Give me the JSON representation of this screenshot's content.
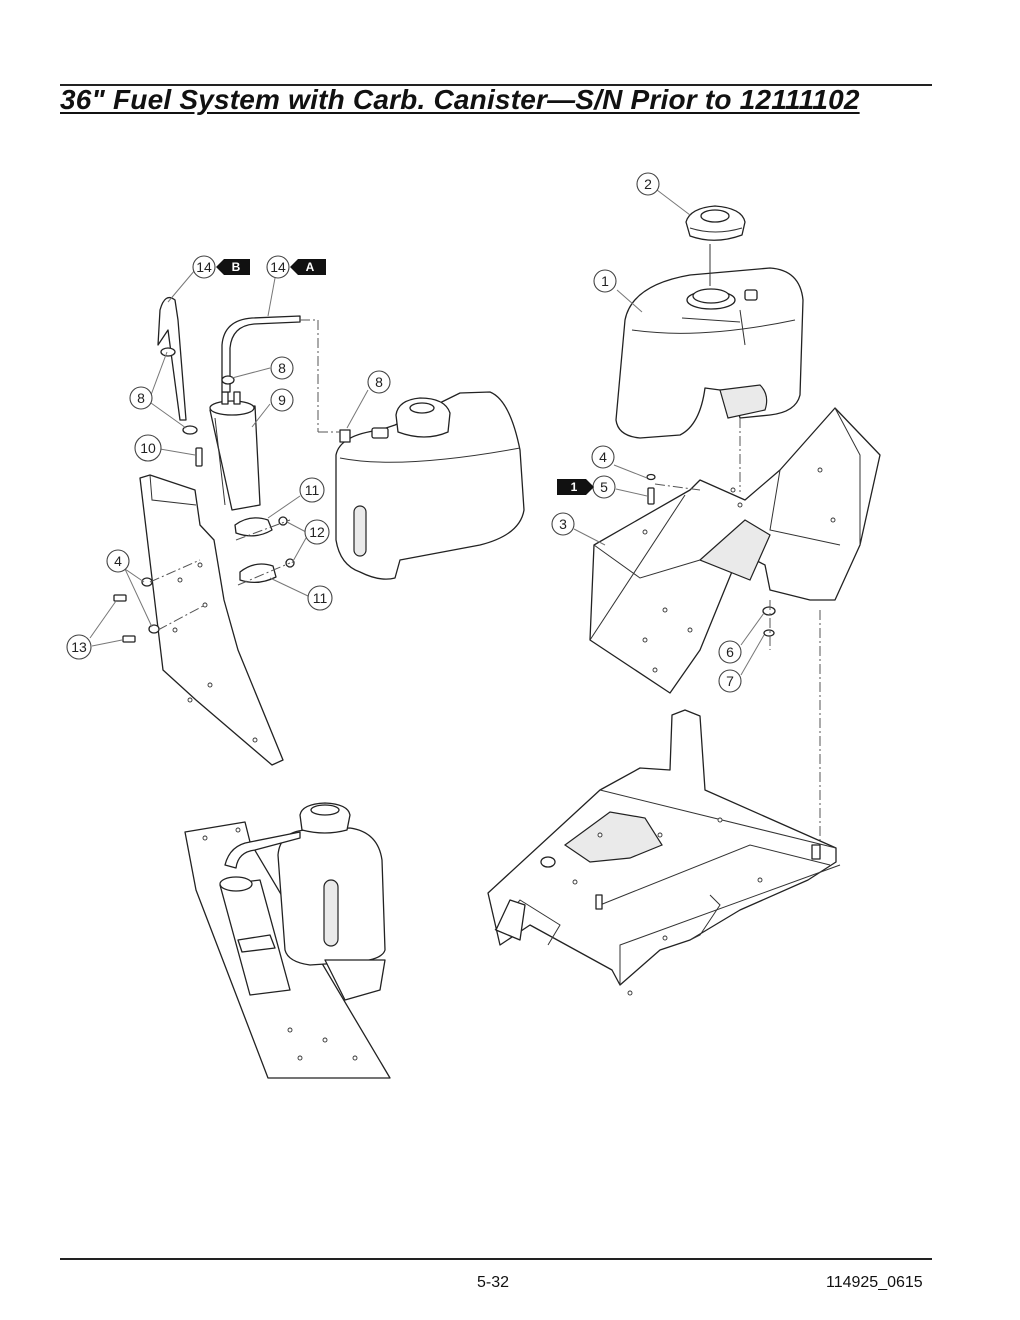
{
  "page": {
    "title": "36\" Fuel System with Carb. Canister—S/N Prior to 12111102",
    "page_number": "5-32",
    "doc_number": "114925_0615"
  },
  "callouts": {
    "c1": "1",
    "c2": "2",
    "c3": "3",
    "c4a": "4",
    "c4b": "4",
    "c5": "5",
    "c6": "6",
    "c7": "7",
    "c8a": "8",
    "c8b": "8",
    "c8c": "8",
    "c9": "9",
    "c10": "10",
    "c11a": "11",
    "c11b": "11",
    "c12": "12",
    "c13": "13",
    "c14a": "14",
    "c14b": "14"
  },
  "flags": {
    "fB": "B",
    "fA": "A",
    "f1": "1"
  }
}
